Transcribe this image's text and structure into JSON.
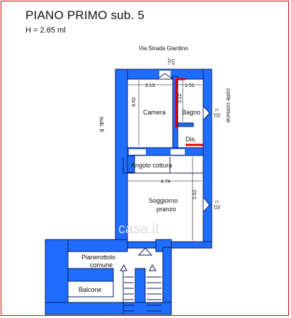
{
  "header": {
    "title": "PIANO PRIMO sub. 5",
    "height_note": "H = 2.65 ml"
  },
  "labels": {
    "street": "Via Strada Giardino",
    "courtyard": "corte comune",
    "neighbor_unit": "sub. 6",
    "watermark": "casa.it"
  },
  "rooms": {
    "camera": "Camera",
    "bagno": "Bagno",
    "disimpegno": "Dis.",
    "angolo_cottura": "Angolo cottura",
    "soggiorno_line1": "Soggiorno",
    "soggiorno_line2": "pranzo",
    "pianerottolo_line1": "Pianerottolo",
    "pianerottolo_line2": "comune",
    "balcone": "Balcone"
  },
  "dimensions": {
    "camera_width": "3.13",
    "bagno_width": "1.51",
    "camera_depth": "4.62",
    "bagno_depth": "3.12",
    "soggiorno_width": "4.74",
    "soggiorno_depth": "5.52"
  },
  "windows": {
    "north_top": "77",
    "north_bottom": "110",
    "bagno_top": "77",
    "bagno_bottom": "110",
    "soggiorno_top": "77",
    "soggiorno_bottom": "110"
  },
  "colors": {
    "wall": "#1f6dff",
    "wall_outline": "#0a1a55",
    "highlight_line": "#e00000",
    "frame": "#e00000"
  }
}
